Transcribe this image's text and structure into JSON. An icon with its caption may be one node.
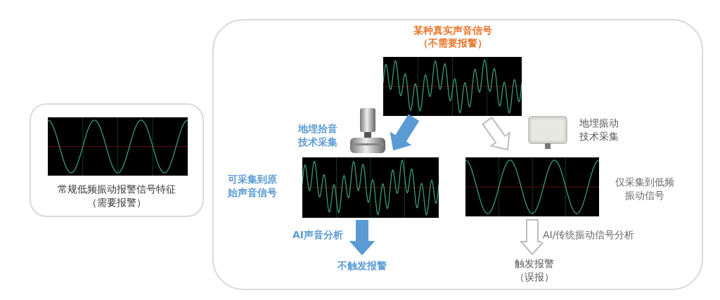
{
  "diagram": {
    "nodes": [
      {
        "text": [
          "常规低频振动报警信号特征",
          "（需要报警）"
        ]
      },
      {
        "text": [],
        "shape": "picture",
        "in": 0
      },
      {
        "text": [],
        "shape": "box"
      },
      {
        "text": [
          "某种真实声音信号（不需要报警）"
        ],
        "in": 2
      },
      {
        "text": [
          "可采集到原始声音信号"
        ],
        "in": 2
      },
      {
        "text": [
          "仅采集到低频振动信号"
        ],
        "in": 2
      },
      {
        "text": [
          "不触发报警"
        ],
        "in": 2
      },
      {
        "text": [
          "触发报警（误报）"
        ],
        "in": 2
      },
      {
        "text": [
          "地埋拾音技术采集"
        ],
        "in": 2
      },
      {
        "text": [
          "地埋振动技术采集"
        ],
        "in": 2
      }
    ],
    "edges": [
      {
        "from": 3,
        "to": 4,
        "arrow": "to",
        "style": "thick",
        "color": "#5b9bd5"
      },
      {
        "from": 3,
        "to": 5,
        "arrow": "to",
        "style": "thick"
      },
      {
        "from": 4,
        "to": 6,
        "arrow": "to",
        "style": "thick",
        "color": "#5b9bd5",
        "label": "AI声音分析"
      },
      {
        "from": 5,
        "to": 7,
        "arrow": "to",
        "style": "thick",
        "label": "AI/传统振动信号分析"
      }
    ]
  }
}
